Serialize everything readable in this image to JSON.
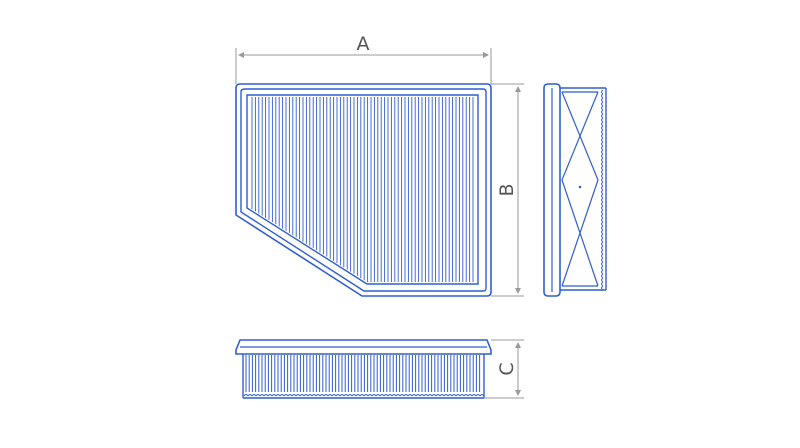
{
  "labels": {
    "width": "A",
    "height": "B",
    "depth": "C"
  },
  "colors": {
    "filter_blue": "#2f5fd0",
    "dimension_gray": "#9a9a9a",
    "label_gray": "#555555"
  }
}
